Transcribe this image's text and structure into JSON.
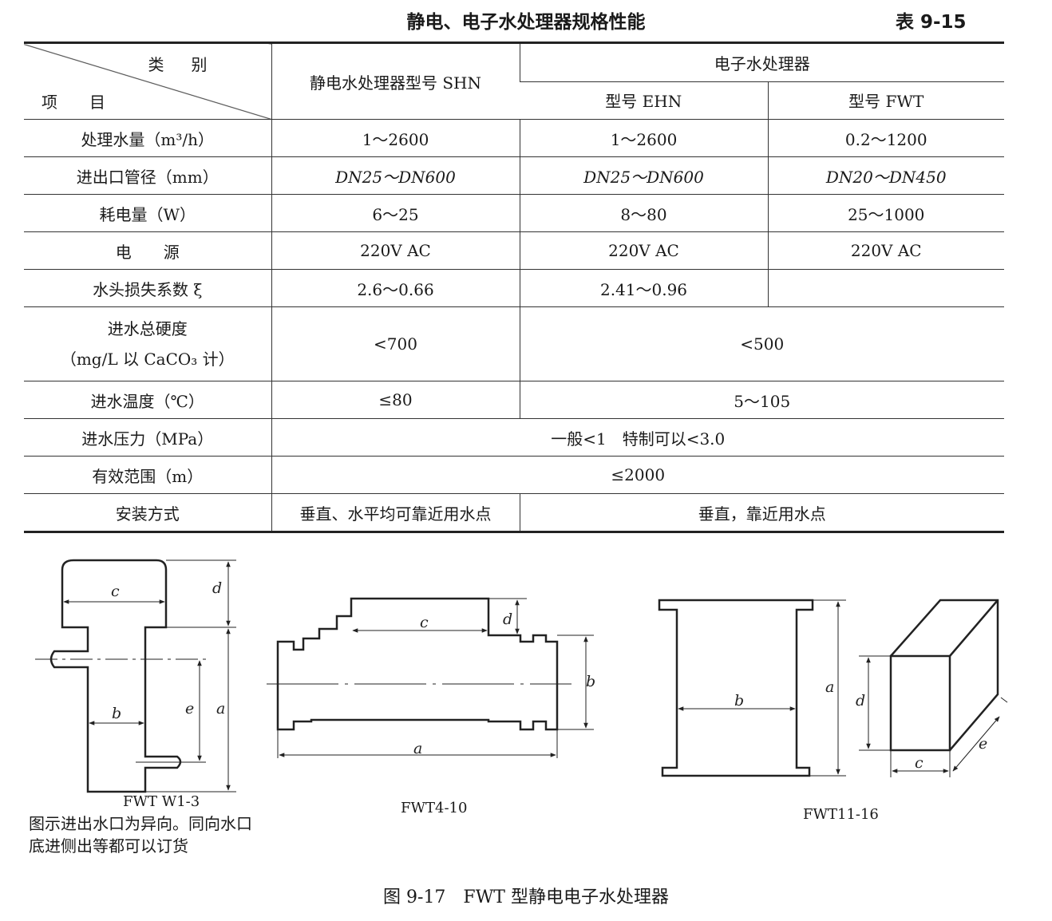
{
  "header": {
    "title": "静电、电子水处理器规格性能",
    "table_number": "表 9-15"
  },
  "table": {
    "corner_top": "类别",
    "corner_bottom": "项目",
    "col_static": "静电水处理器型号 SHN",
    "col_electronic": "电子水处理器",
    "col_ehn": "型号 EHN",
    "col_fwt": "型号 FWT",
    "rows": {
      "flow": {
        "label": "处理水量（m³/h）",
        "shn": "1～2600",
        "ehn": "1～2600",
        "fwt": "0.2～1200"
      },
      "pipe": {
        "label": "进出口管径（mm）",
        "shn": "DN25～DN600",
        "ehn": "DN25～DN600",
        "fwt": "DN20～DN450"
      },
      "power": {
        "label": "耗电量（W）",
        "shn": "6～25",
        "ehn": "8～80",
        "fwt": "25～1000"
      },
      "supply": {
        "label": "电　　源",
        "shn": "220V AC",
        "ehn": "220V AC",
        "fwt": "220V AC"
      },
      "headloss": {
        "label": "水头损失系数 ξ",
        "shn": "2.6～0.66",
        "ehn": "2.41～0.96",
        "fwt": ""
      },
      "hardness": {
        "label_line1": "进水总硬度",
        "label_line2": "（mg/L 以 CaCO₃ 计）",
        "shn": "<700",
        "electronic": "<500"
      },
      "temp": {
        "label": "进水温度（℃）",
        "shn": "≤80",
        "electronic": "5～105"
      },
      "pressure": {
        "label": "进水压力（MPa）",
        "all": "一般<1　特制可以<3.0"
      },
      "range": {
        "label": "有效范围（m）",
        "all": "≤2000"
      },
      "install": {
        "label": "安装方式",
        "shn": "垂直、水平均可靠近用水点",
        "electronic": "垂直，靠近用水点"
      }
    }
  },
  "figures": {
    "fig1_name": "FWT W1-3",
    "fig2_name": "FWT4-10",
    "fig3_name": "FWT11-16",
    "dims": {
      "a": "a",
      "b": "b",
      "c": "c",
      "d": "d",
      "e": "e"
    },
    "note_line1": "图示进出水口为异向。同向水口",
    "note_line2": "底进侧出等都可以订货"
  },
  "caption": "图 9-17　FWT 型静电电子水处理器"
}
